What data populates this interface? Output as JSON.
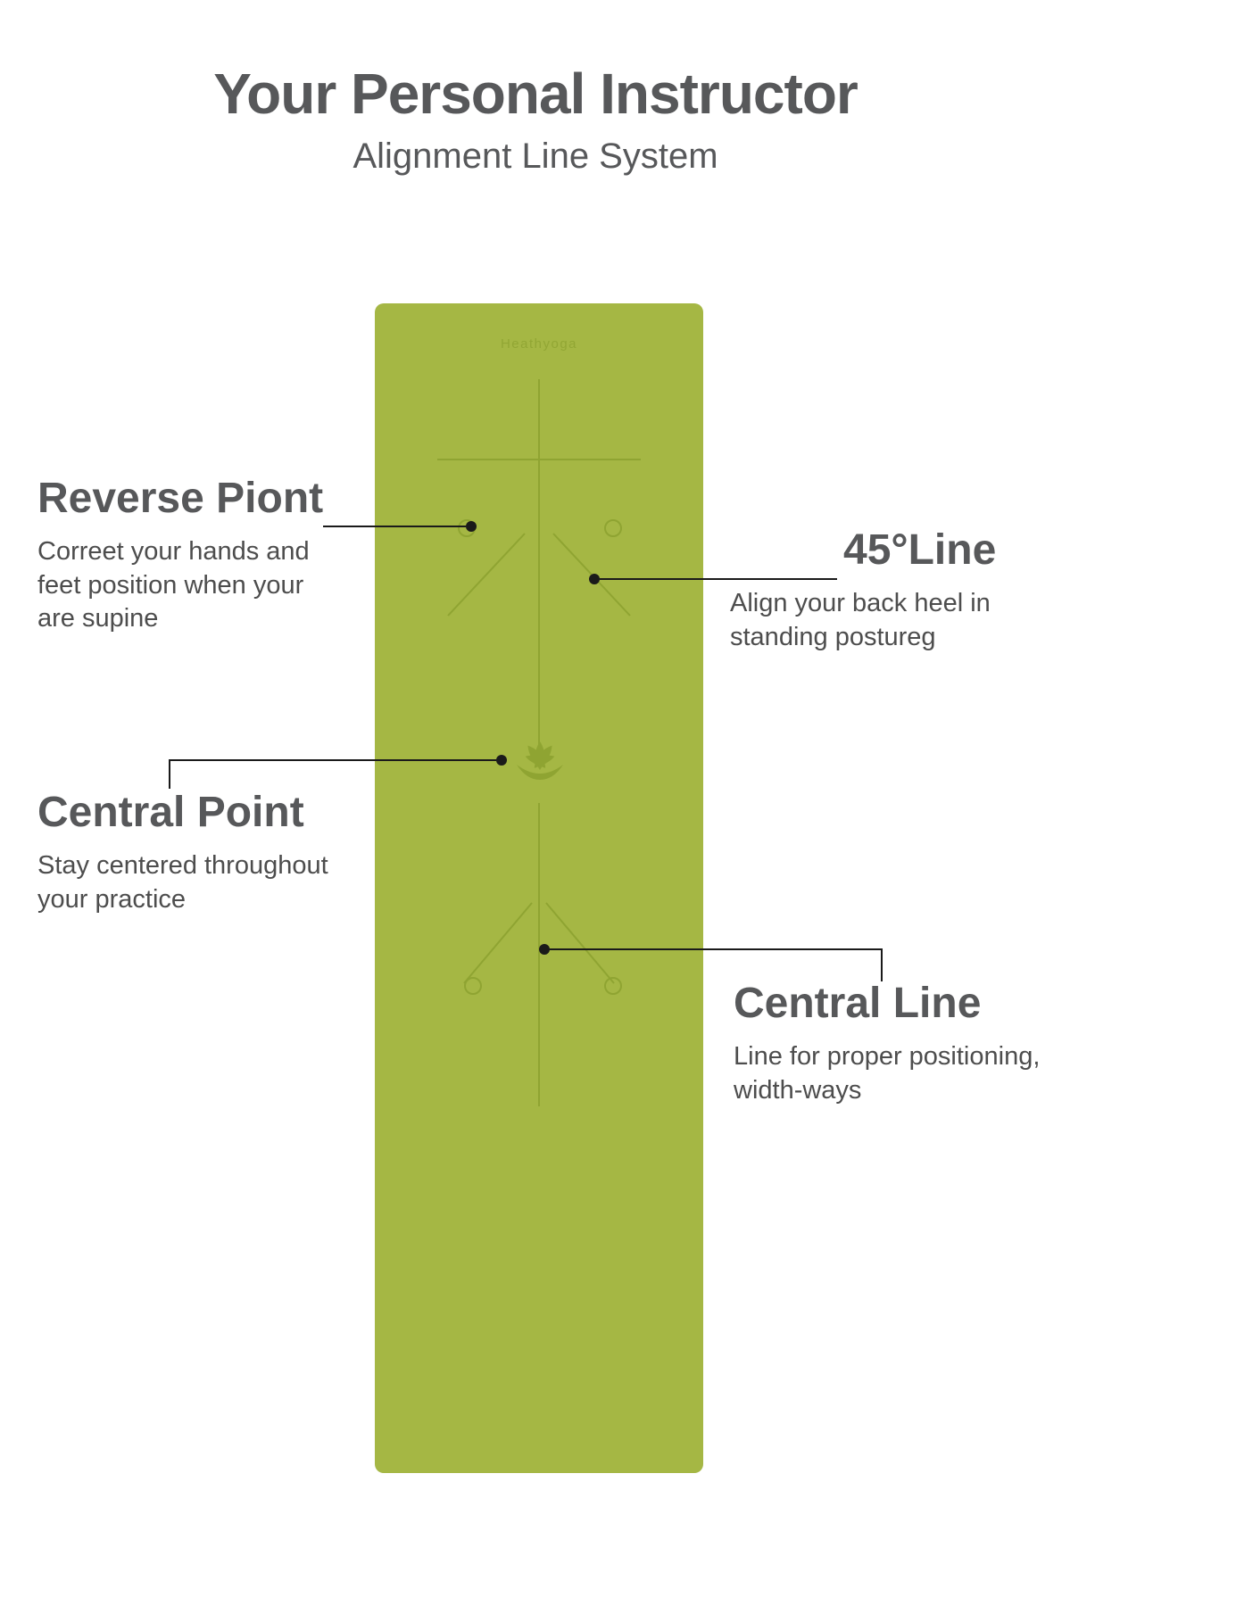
{
  "colors": {
    "mat": "#a5b744",
    "mat_line": "#8fa432",
    "heading": "#57585a",
    "body_text": "#4d4d4d",
    "callout": "#1a1a1a",
    "bg": "#ffffff"
  },
  "header": {
    "title": "Your Personal Instructor",
    "subtitle": "Alignment Line System"
  },
  "mat": {
    "brand": "Heathyoga",
    "logo_icon": "lotus-icon"
  },
  "callouts": {
    "reverse_point": {
      "heading": "Reverse Piont",
      "body": "Correet your hands and\nfeet position when your\nare supine"
    },
    "line_45": {
      "heading": "45°Line",
      "body": "Align your back heel in\nstanding postureg"
    },
    "central_point": {
      "heading": "Central Point",
      "body": "Stay centered throughout\nyour practice"
    },
    "central_line": {
      "heading": "Central Line",
      "body": "Line for proper positioning,\nwidth-ways"
    }
  }
}
